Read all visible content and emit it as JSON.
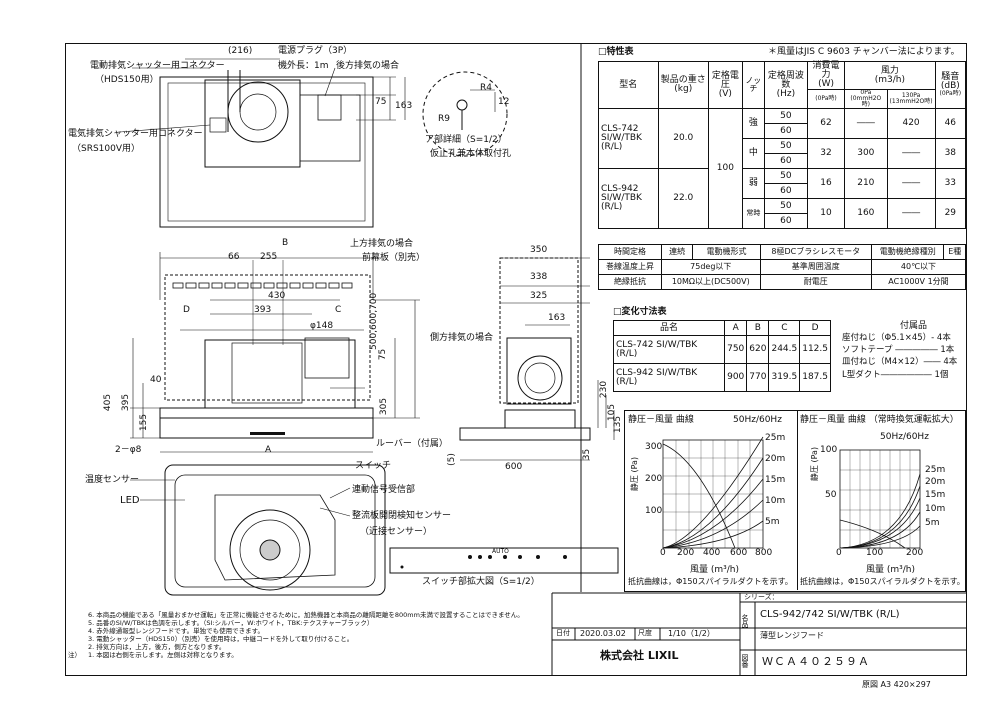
{
  "spec": {
    "title": "□特性表",
    "note": "＊風量はJIS C 9603 チャンバー法によります。",
    "h_model": "型名",
    "h_weight": "製品の重さ",
    "h_weight_unit": "(kg)",
    "h_voltage": "定格電圧",
    "h_voltage_unit": "(V)",
    "h_notch": "ノッチ",
    "h_freq": "定格周波数",
    "h_freq_unit": "(Hz)",
    "h_power": "消費電力",
    "h_power_unit": "(W)",
    "h_power_sub": "(0Pa時)",
    "h_flow": "風力",
    "h_flow_unit": "(m3/h)",
    "h_flow_0": "0Pa",
    "h_flow_0_sub": "(0mmH2O時)",
    "h_flow_130": "130Pa",
    "h_flow_130_sub": "(13mmH2O時)",
    "h_noise": "騒音",
    "h_noise_unit": "(dB)",
    "h_noise_sub": "(0Pa時)",
    "model1_a": "CLS-742",
    "model1_b": "SI/W/TBK",
    "model1_c": "(R/L)",
    "model2_a": "CLS-942",
    "model2_b": "SI/W/TBK",
    "model2_c": "(R/L)",
    "weight1": "20.0",
    "weight2": "22.0",
    "voltage": "100",
    "rows": [
      {
        "notch": "強",
        "f1": "50",
        "f2": "60",
        "power": "62",
        "flow0": "――",
        "flow130": "420",
        "noise": "46"
      },
      {
        "notch": "中",
        "f1": "50",
        "f2": "60",
        "power": "32",
        "flow0": "300",
        "flow130": "――",
        "noise": "38"
      },
      {
        "notch": "弱",
        "f1": "50",
        "f2": "60",
        "power": "16",
        "flow0": "210",
        "flow130": "――",
        "noise": "33"
      },
      {
        "notch": "常時",
        "f1": "50",
        "f2": "60",
        "power": "10",
        "flow0": "160",
        "flow130": "――",
        "noise": "29"
      }
    ],
    "r1": [
      "時間定格",
      "連続",
      "電動機形式",
      "8極DCブラシレスモータ",
      "電動機絶縁種別",
      "E種"
    ],
    "r2": [
      "巻線温度上昇",
      "75deg以下",
      "基準周囲温度",
      "40℃以下"
    ],
    "r3": [
      "絶縁抵抗",
      "10MΩ以上(DC500V)",
      "耐電圧",
      "AC1000V 1分間"
    ]
  },
  "dims": {
    "title": "□変化寸法表",
    "h": [
      "品名",
      "A",
      "B",
      "C",
      "D"
    ],
    "rows": [
      {
        "name1": "CLS-742 SI/W/TBK",
        "name2": "(R/L)",
        "a": "750",
        "b": "620",
        "c": "244.5",
        "d": "112.5"
      },
      {
        "name1": "CLS-942 SI/W/TBK",
        "name2": "(R/L)",
        "a": "900",
        "b": "770",
        "c": "319.5",
        "d": "187.5"
      }
    ],
    "acc_title": "付属品",
    "acc": [
      "座付ねじ（Φ5.1×45）- 4本",
      "ソフトテープ ――――― 1本",
      "皿付ねじ（M4×12）―― 4本",
      "L型ダクト―――――― 1個"
    ]
  },
  "chart1": {
    "title": "静圧－風量 曲線",
    "subtitle": "50Hz/60Hz",
    "ylabel": "静圧 (Pa)",
    "xlabel": "風量 (m³/h)",
    "note": "抵抗曲線は，Φ150スパイラルダクトを示す。",
    "yticks": [
      "300",
      "200",
      "100",
      "0"
    ],
    "xticks": [
      "0",
      "200",
      "400",
      "600",
      "800"
    ],
    "curves": [
      "25m",
      "20m",
      "15m",
      "10m",
      "5m"
    ]
  },
  "chart2": {
    "title": "静圧－風量 曲線 （常時換気運転拡大）",
    "subtitle": "50Hz/60Hz",
    "ylabel": "静圧 (Pa)",
    "xlabel": "風量 (m³/h)",
    "note": "抵抗曲線は，Φ150スパイラルダクトを示す。",
    "yticks": [
      "100",
      "50",
      "0"
    ],
    "xticks": [
      "0",
      "100",
      "200"
    ],
    "curves": [
      "25m",
      "20m",
      "15m",
      "10m",
      "5m"
    ]
  },
  "drawing": {
    "dim_216": "(216)",
    "plug": "電源プラグ（3P）",
    "cord": "機外長：1m",
    "rear_exhaust": "後方排気の場合",
    "shutter150": "電動排気シャッター用コネクター",
    "shutter150_sub": "（HDS150用）",
    "shutter100": "電気排気シャッター用コネクター",
    "shutter100_sub": "（SRS100V用）",
    "detail": "ア部詳細（S=1/2）",
    "detail_sub": "仮止孔兼本体取付孔",
    "r4": "R4",
    "r9": "R9",
    "d12": "12",
    "d75a": "75",
    "d163": "163",
    "B": "B",
    "top_exhaust": "上方排気の場合",
    "front_plate": "前幕板（別売）",
    "d66": "66",
    "d255": "255",
    "d430": "430",
    "d393": "393",
    "D": "D",
    "C": "C",
    "d148": "φ148",
    "d75b": "75",
    "d500": "500,600,700",
    "d40": "40",
    "d395": "395",
    "d405": "405",
    "d155": "155",
    "d305": "305",
    "hole": "2－φ8",
    "A": "A",
    "louver": "ルーバー（付属）",
    "d5": "(5)",
    "d350": "350",
    "d338": "338",
    "d325": "325",
    "d163b": "163",
    "side_exhaust": "側方排気の場合",
    "d230": "230",
    "d105": "105",
    "d135": "135",
    "d600": "600",
    "d35": "35",
    "temp_sensor": "温度センサー",
    "switch": "スイッチ",
    "led": "LED",
    "link_sensor": "連動信号受信部",
    "plate_sensor": "整流板開閉検知センサー",
    "plate_sensor_sub": "（近接センサー）",
    "switch_zoom": "スイッチ部拡大図（S=1/2）",
    "auto": "AUTO"
  },
  "notes": [
    "6. 本商品の機能である「風量おまかせ運転」を正常に機能させるために，加熱機器と本商品の離隔距離を800mm未満で設置することはできません。",
    "5. 品番のSI/W/TBKは色調を示します。（SI:シルバー，W:ホワイト，TBK:テクスチャーブラック）",
    "4. 赤外線通報型レンジフードです。単独でも使用できます。",
    "3. 電動シャッター（HDS150）（別売）を使用時は，中継コードを外して取り付けること。",
    "2. 排気方向は，上方，後方，側方となります。",
    "1. 本図は右側を示します。左側は対称となります。"
  ],
  "notes_label": "注）",
  "titleblock": {
    "series": "シリーズ：",
    "model": "CLS-942/742 SI/W/TBK (R/L)",
    "name_label": "名品",
    "name": "薄型レンジフード",
    "date_label": "日付",
    "date": "2020.03.02",
    "scale_label": "尺度",
    "scale": "1/10（1/2）",
    "company": "株式会社 LIXIL",
    "dwg_label": "図番",
    "dwg_no": "ＷＣＡ４０２５９Ａ",
    "paper": "原図 A3 420×297"
  }
}
